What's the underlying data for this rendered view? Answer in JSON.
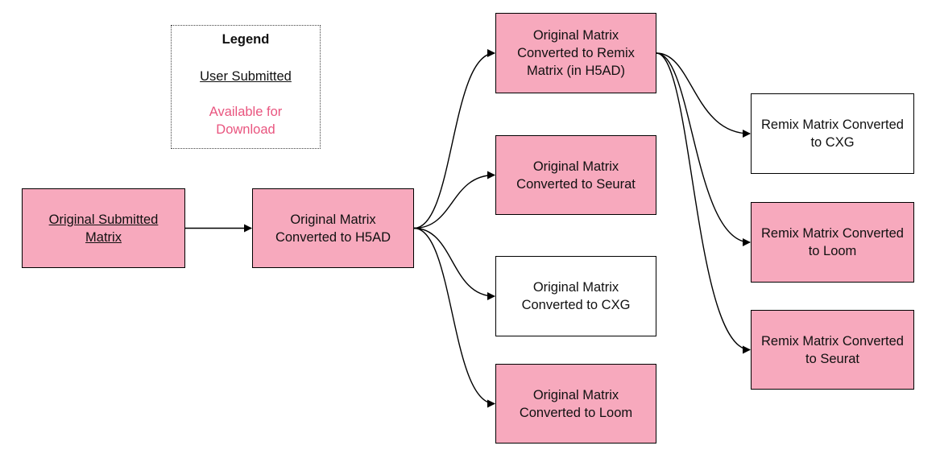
{
  "colors": {
    "available_fill": "#f7a9bd",
    "plain_fill": "#ffffff",
    "available_text": "#e9557f",
    "border": "#000000",
    "edge": "#000000"
  },
  "legend": {
    "title": "Legend",
    "user_submitted": "User Submitted",
    "available": "Available for Download"
  },
  "nodes": [
    {
      "id": "orig-submitted",
      "label": "Original Submitted Matrix",
      "available": true,
      "user_submitted": true
    },
    {
      "id": "orig-h5ad",
      "label": "Original Matrix Converted to H5AD",
      "available": true,
      "user_submitted": false
    },
    {
      "id": "orig-remix",
      "label": "Original Matrix Converted to Remix Matrix (in H5AD)",
      "available": true,
      "user_submitted": false
    },
    {
      "id": "orig-seurat",
      "label": "Original Matrix Converted to Seurat",
      "available": true,
      "user_submitted": false
    },
    {
      "id": "orig-cxg",
      "label": "Original Matrix Converted to CXG",
      "available": false,
      "user_submitted": false
    },
    {
      "id": "orig-loom",
      "label": "Original Matrix Converted to Loom",
      "available": true,
      "user_submitted": false
    },
    {
      "id": "remix-cxg",
      "label": "Remix Matrix Converted to CXG",
      "available": false,
      "user_submitted": false
    },
    {
      "id": "remix-loom",
      "label": "Remix Matrix Converted to Loom",
      "available": true,
      "user_submitted": false
    },
    {
      "id": "remix-seurat",
      "label": "Remix Matrix Converted to Seurat",
      "available": true,
      "user_submitted": false
    }
  ],
  "edges": [
    {
      "from": "orig-submitted",
      "to": "orig-h5ad"
    },
    {
      "from": "orig-h5ad",
      "to": "orig-remix"
    },
    {
      "from": "orig-h5ad",
      "to": "orig-seurat"
    },
    {
      "from": "orig-h5ad",
      "to": "orig-cxg"
    },
    {
      "from": "orig-h5ad",
      "to": "orig-loom"
    },
    {
      "from": "orig-remix",
      "to": "remix-cxg"
    },
    {
      "from": "orig-remix",
      "to": "remix-loom"
    },
    {
      "from": "orig-remix",
      "to": "remix-seurat"
    }
  ]
}
